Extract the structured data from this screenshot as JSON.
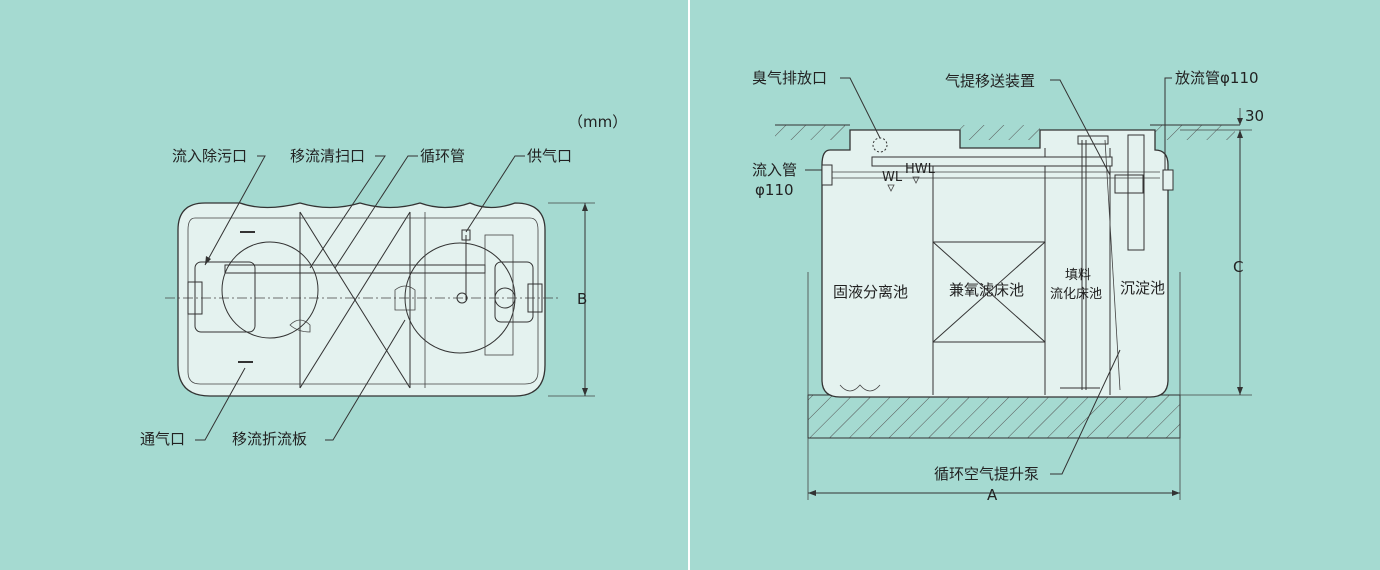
{
  "colors": {
    "background": "#a5dad1",
    "tank_fill": "#e4f2ef",
    "line": "#333333"
  },
  "unit": "（mm）",
  "plan_view": {
    "labels": {
      "inflow_cleanout": "流入除污口",
      "transfer_cleanout": "移流清扫口",
      "circulation_pipe": "循环管",
      "air_supply": "供气口",
      "vent": "通气口",
      "baffle": "移流折流板",
      "dim_b": "B"
    }
  },
  "section_view": {
    "labels": {
      "odor_vent": "臭气排放口",
      "airlift": "气提移送装置",
      "discharge": "放流管φ110",
      "dim_30": "30",
      "inflow_pipe": "流入管",
      "inflow_dia": "φ110",
      "wl": "WL",
      "hwl": "HWL",
      "chamber1": "固液分离池",
      "chamber2": "兼氧滤床池",
      "chamber3a": "填料",
      "chamber3b": "流化床池",
      "chamber4": "沉淀池",
      "dim_c": "C",
      "pump": "循环空气提升泵",
      "dim_a": "A"
    }
  }
}
